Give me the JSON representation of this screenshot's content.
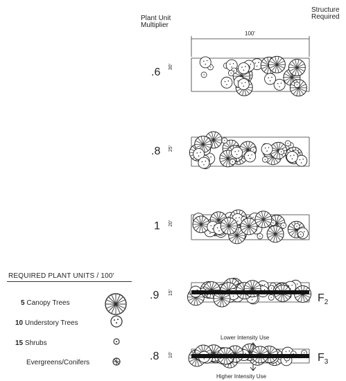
{
  "header": {
    "multiplier_label_line1": "Plant Unit",
    "multiplier_label_line2": "Multiplier",
    "structure_label_line1": "Structure",
    "structure_label_line2": "Required",
    "width_dimension": "100'"
  },
  "rows": [
    {
      "multiplier": ".6",
      "depth": "30'",
      "structure": ""
    },
    {
      "multiplier": ".8",
      "depth": "25'",
      "structure": ""
    },
    {
      "multiplier": "1",
      "depth": "20'",
      "structure": ""
    },
    {
      "multiplier": ".9",
      "depth": "15'",
      "structure": "F",
      "structure_sub": "2"
    },
    {
      "multiplier": ".8",
      "depth": "10'",
      "structure": "F",
      "structure_sub": "3"
    }
  ],
  "annotations": {
    "lower_intensity": "Lower Intensity Use",
    "higher_intensity": "Higher Intensity Use"
  },
  "legend": {
    "title": "REQUIRED PLANT UNITS / 100'",
    "items": [
      {
        "count": "5",
        "label": "Canopy Trees",
        "icon": "canopy-tree-icon"
      },
      {
        "count": "10",
        "label": "Understory Trees",
        "icon": "understory-tree-icon"
      },
      {
        "count": "15",
        "label": "Shrubs",
        "icon": "shrub-icon"
      },
      {
        "count": "",
        "label": "Evergreens/Conifers",
        "icon": "evergreen-conifer-icon"
      }
    ]
  }
}
